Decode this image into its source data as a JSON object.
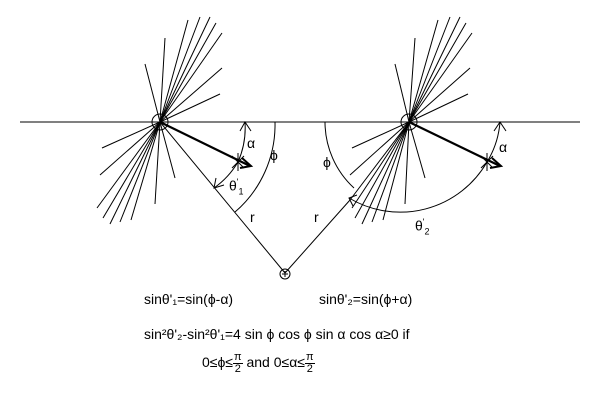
{
  "labels": {
    "alpha_left": "α",
    "phi_left": "ϕ",
    "theta1_left": "θ",
    "theta1_sub": "1",
    "r_left": "r",
    "r_right": "r",
    "phi_right": "ϕ",
    "alpha_right": "α",
    "theta2_right": "θ",
    "theta2_sub": "2",
    "prime": "'"
  },
  "equations": {
    "eq1": "sinθ'₁=sin(ϕ-α)",
    "eq2": "sinθ'₂=sin(ϕ+α)",
    "eq3": "sin²θ'₂-sin²θ'₁=4 sin ϕ cos ϕ sin α cos α≥0  if",
    "eq4_pre": "0≤ϕ≤",
    "eq4_mid": " and 0≤α≤",
    "frac_num": "π",
    "frac_den": "2"
  }
}
